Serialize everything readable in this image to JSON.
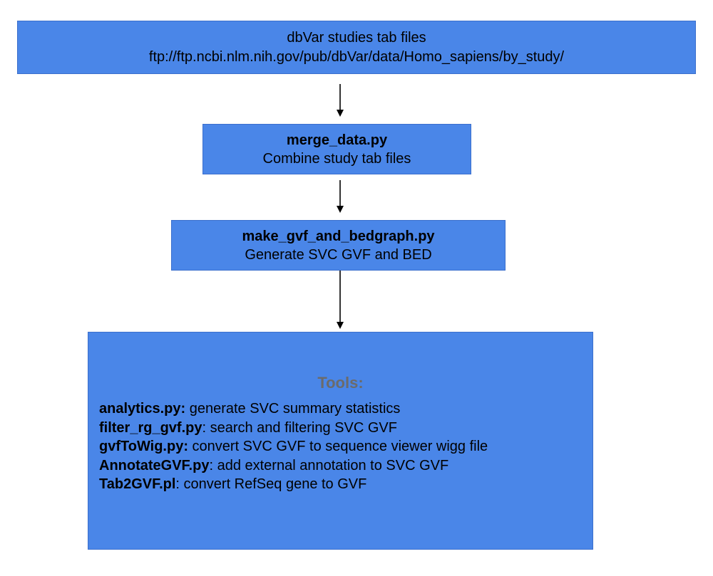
{
  "source": {
    "title": "dbVar studies tab files",
    "url": "ftp://ftp.ncbi.nlm.nih.gov/pub/dbVar/data/Homo_sapiens/by_study/"
  },
  "merge": {
    "script": "merge_data.py",
    "description": "Combine study tab files"
  },
  "make": {
    "script": "make_gvf_and_bedgraph.py",
    "description": "Generate SVC GVF and BED"
  },
  "tools": {
    "title": "Tools:",
    "items": [
      {
        "name": "analytics.py:",
        "description": " generate SVC summary statistics"
      },
      {
        "name": "filter_rg_gvf.py",
        "description": ": search and filtering SVC GVF"
      },
      {
        "name": "gvfToWig.py:",
        "description": " convert SVC GVF to sequence viewer wigg file"
      },
      {
        "name": "AnnotateGVF.py",
        "description": ": add external annotation to SVC GVF"
      },
      {
        "name": "Tab2GVF.pl",
        "description": ": convert RefSeq gene to GVF"
      }
    ]
  },
  "colors": {
    "box_fill": "#4a86e8",
    "tools_title": "#6b6b6b",
    "arrow": "#000000"
  }
}
